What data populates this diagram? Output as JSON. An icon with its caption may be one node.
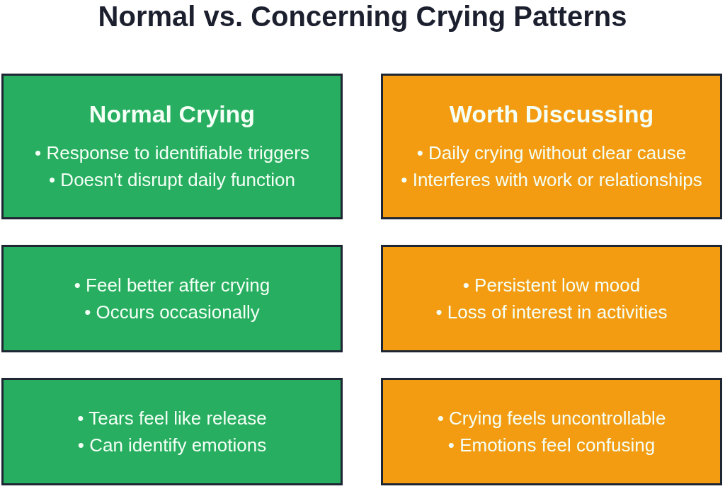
{
  "diagram": {
    "title": "Normal vs. Concerning Crying Patterns",
    "nodes": [
      {
        "text": [
          "Normal Crying",
          "• Response to identifiable triggers",
          "• Doesn't disrupt daily function"
        ]
      },
      {
        "text": [
          "Worth Discussing",
          "• Daily crying without clear cause",
          "• Interferes with work or relationships"
        ]
      },
      {
        "text": [
          "• Feel better after crying",
          "• Occurs occasionally"
        ]
      },
      {
        "text": [
          "• Persistent low mood",
          "• Loss of interest in activities"
        ]
      },
      {
        "text": [
          "• Tears feel like release",
          "• Can identify emotions"
        ]
      },
      {
        "text": [
          "• Crying feels uncontrollable",
          "• Emotions feel confusing"
        ]
      }
    ]
  }
}
